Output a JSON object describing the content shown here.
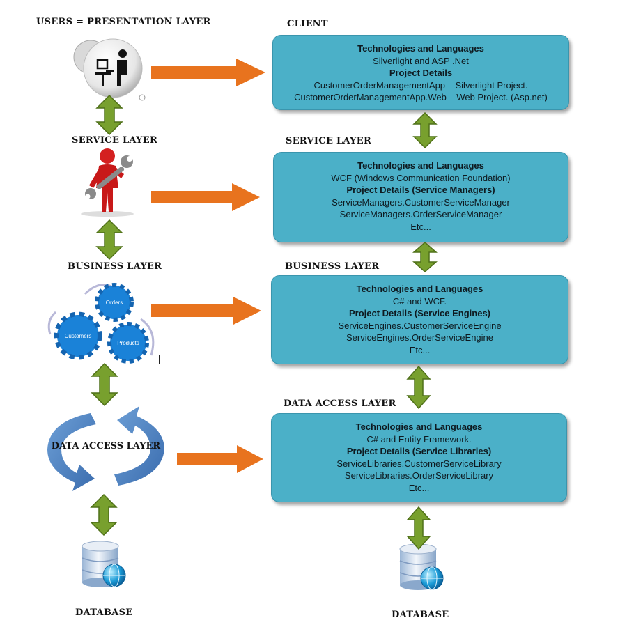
{
  "left": {
    "presentation_label": "USERS = PRESENTATION LAYER",
    "service_label": "SERVICE LAYER",
    "business_label": "BUSINESS LAYER",
    "dal_label": "DATA ACCESS LAYER",
    "database_label": "DATABASE",
    "gears": {
      "orders": "Orders",
      "customers": "Customers",
      "products": "Products"
    }
  },
  "right": {
    "client_label": "CLIENT",
    "service_label": "SERVICE LAYER",
    "business_label": "BUSINESS LAYER",
    "dal_label": "DATA ACCESS LAYER",
    "database_label": "DATABASE"
  },
  "boxes": {
    "client": {
      "lines": [
        {
          "text": "Technologies and Languages",
          "bold": true
        },
        {
          "text": "Silverlight and ASP .Net",
          "bold": false
        },
        {
          "text": "Project Details",
          "bold": true
        },
        {
          "text": "CustomerOrderManagementApp – Silverlight Project.",
          "bold": false
        },
        {
          "text": "CustomerOrderManagementApp.Web – Web Project. (Asp.net)",
          "bold": false
        }
      ]
    },
    "service": {
      "lines": [
        {
          "text": "Technologies and Languages",
          "bold": true
        },
        {
          "text": "WCF (Windows Communication Foundation)",
          "bold": false
        },
        {
          "text": "Project Details (Service Managers)",
          "bold": true
        },
        {
          "text": "ServiceManagers.CustomerServiceManager",
          "bold": false
        },
        {
          "text": "ServiceManagers.OrderServiceManager",
          "bold": false
        },
        {
          "text": "Etc...",
          "bold": false
        }
      ]
    },
    "business": {
      "lines": [
        {
          "text": "Technologies and Languages",
          "bold": true
        },
        {
          "text": "C# and WCF.",
          "bold": false
        },
        {
          "text": "Project Details (Service Engines)",
          "bold": true
        },
        {
          "text": "ServiceEngines.CustomerServiceEngine",
          "bold": false
        },
        {
          "text": "ServiceEngines.OrderServiceEngine",
          "bold": false
        },
        {
          "text": "Etc...",
          "bold": false
        }
      ]
    },
    "dal": {
      "lines": [
        {
          "text": "Technologies and Languages",
          "bold": true
        },
        {
          "text": "C# and Entity Framework.",
          "bold": false
        },
        {
          "text": "Project Details (Service Libraries)",
          "bold": true
        },
        {
          "text": "ServiceLibraries.CustomerServiceLibrary",
          "bold": false
        },
        {
          "text": "ServiceLibraries.OrderServiceLibrary",
          "bold": false
        },
        {
          "text": "Etc...",
          "bold": false
        }
      ]
    }
  },
  "colors": {
    "box_fill": "#4bb0c8",
    "orange_arrow": "#e8731e",
    "green_arrow": "#78a02e",
    "blue_cycle": "#4a7fc0",
    "gear": "#1a82d8"
  }
}
